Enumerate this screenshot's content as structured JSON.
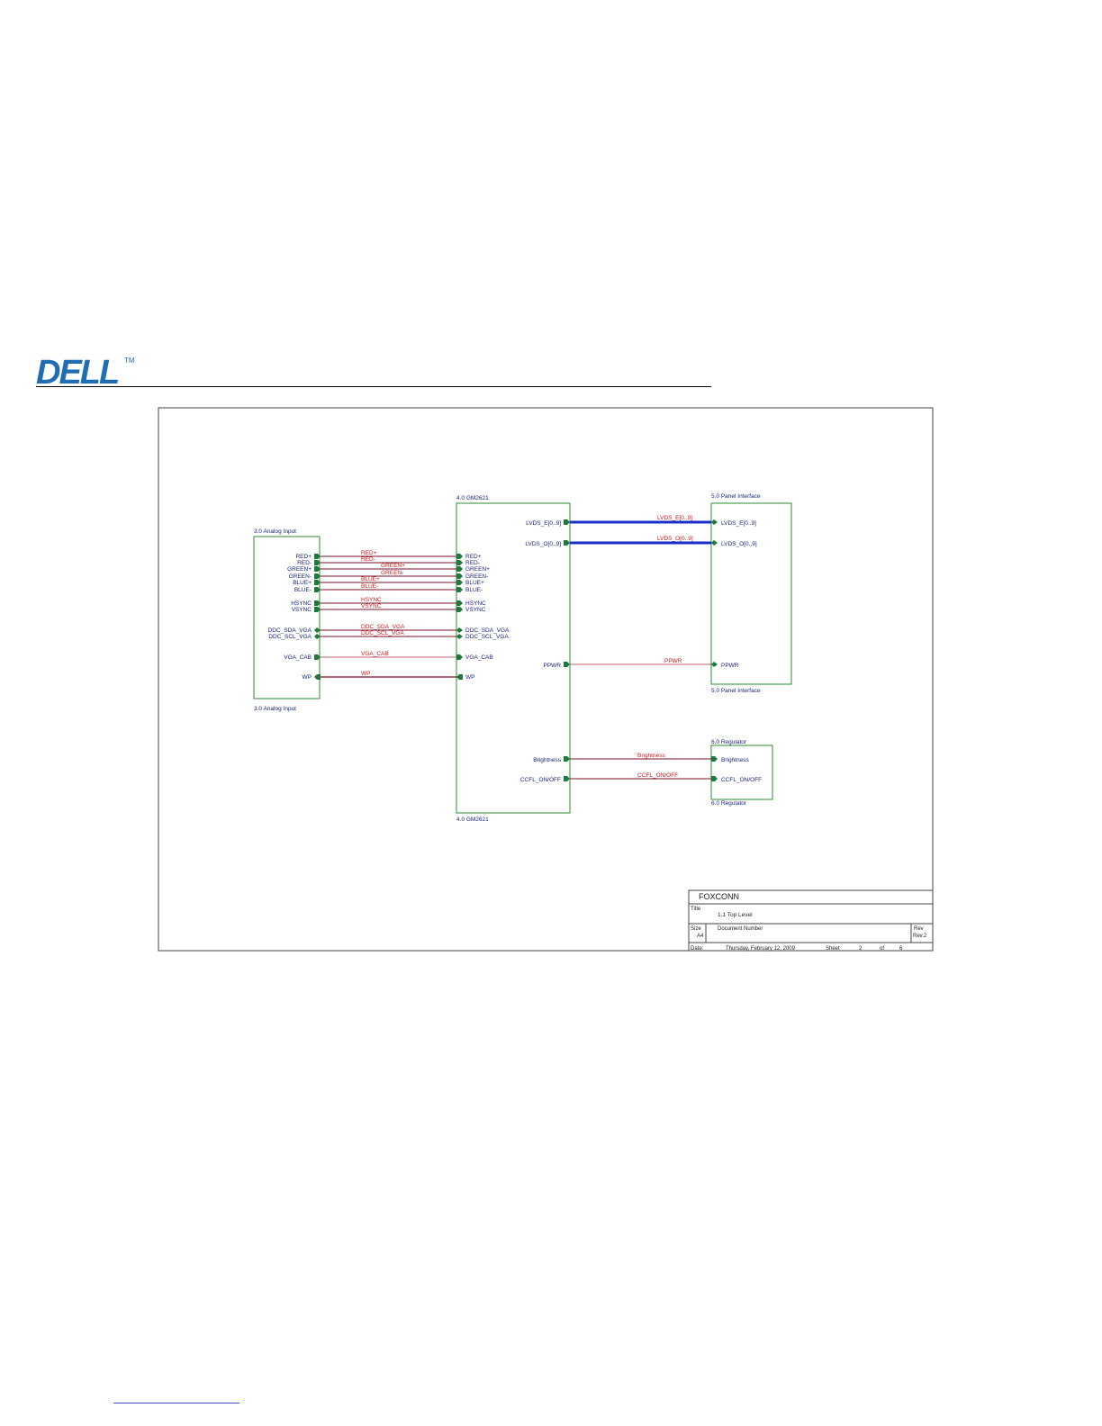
{
  "logo": {
    "text": "DELL",
    "trademark": "TM",
    "color": "#1f6db3"
  },
  "colors": {
    "block": "#2e8b2e",
    "pin": "#1e7a3c",
    "pin_text": "#1a237e",
    "net": "#7a1028",
    "net_label": "#d01818",
    "bus": "#1a2ec8",
    "frame": "#444444"
  },
  "blocks": {
    "analog": {
      "title_top": "3.0 Analog Input",
      "title_bottom": "3.0 Analog Input",
      "pins": [
        "RED+",
        "RED-",
        "GREEN+",
        "GREEN-",
        "BLUE+",
        "BLUE-",
        "HSYNC",
        "VSYNC",
        "DDC_SDA_VGA",
        "DDC_SCL_VGA",
        "VGA_CAB",
        "WP"
      ]
    },
    "gm": {
      "title_top": "4.0 GM2621",
      "title_bottom": "4.0 GM2621",
      "left_pins": [
        "RED+",
        "RED-",
        "GREEN+",
        "GREEN-",
        "BLUE+",
        "BLUE-",
        "HSYNC",
        "VSYNC",
        "DDC_SDA_VGA",
        "DDC_SCL_VGA",
        "VGA_CAB",
        "WP"
      ],
      "right_pins": [
        "LVDS_E[0..9]",
        "LVDS_O[0..9]",
        "PPWR",
        "Brightness",
        "CCFL_ON/OFF"
      ]
    },
    "panel": {
      "title_top": "5.0 Panel Interface",
      "title_bottom": "5.0 Panel Interface",
      "pins": [
        "LVDS_E[0..9]",
        "LVDS_O[0..9]",
        "PPWR"
      ]
    },
    "regulator": {
      "title_top": "6.0 Regulator",
      "title_bottom": "6.0 Regulator",
      "pins": [
        "Brightness",
        "CCFL_ON/OFF"
      ]
    }
  },
  "nets": {
    "left": [
      "RED+",
      "RED-",
      "GREEN+",
      "GREEN-",
      "BLUE+",
      "BLUE-",
      "HSYNC",
      "VSYNC",
      "DDC_SDA_VGA",
      "DDC_SCL_VGA",
      "VGA_CAB",
      "WP"
    ],
    "right": [
      "LVDS_E[0..9]",
      "LVDS_O[0..9]",
      "PPWR",
      "Brightness",
      "CCFL_ON/OFF"
    ]
  },
  "title_block": {
    "company": "FOXCONN",
    "title_label": "Title",
    "title_value": "1.1 Top Level",
    "size_label": "Size",
    "size_value": "A4",
    "docnum_label": "Document Number",
    "rev_label": "Rev",
    "rev_value": "Rev.2",
    "date_label": "Date:",
    "date_value": "Thursday, February 12, 2009",
    "sheet_label": "Sheet",
    "sheet_value": "2",
    "of_label": "of",
    "of_value": "6"
  }
}
